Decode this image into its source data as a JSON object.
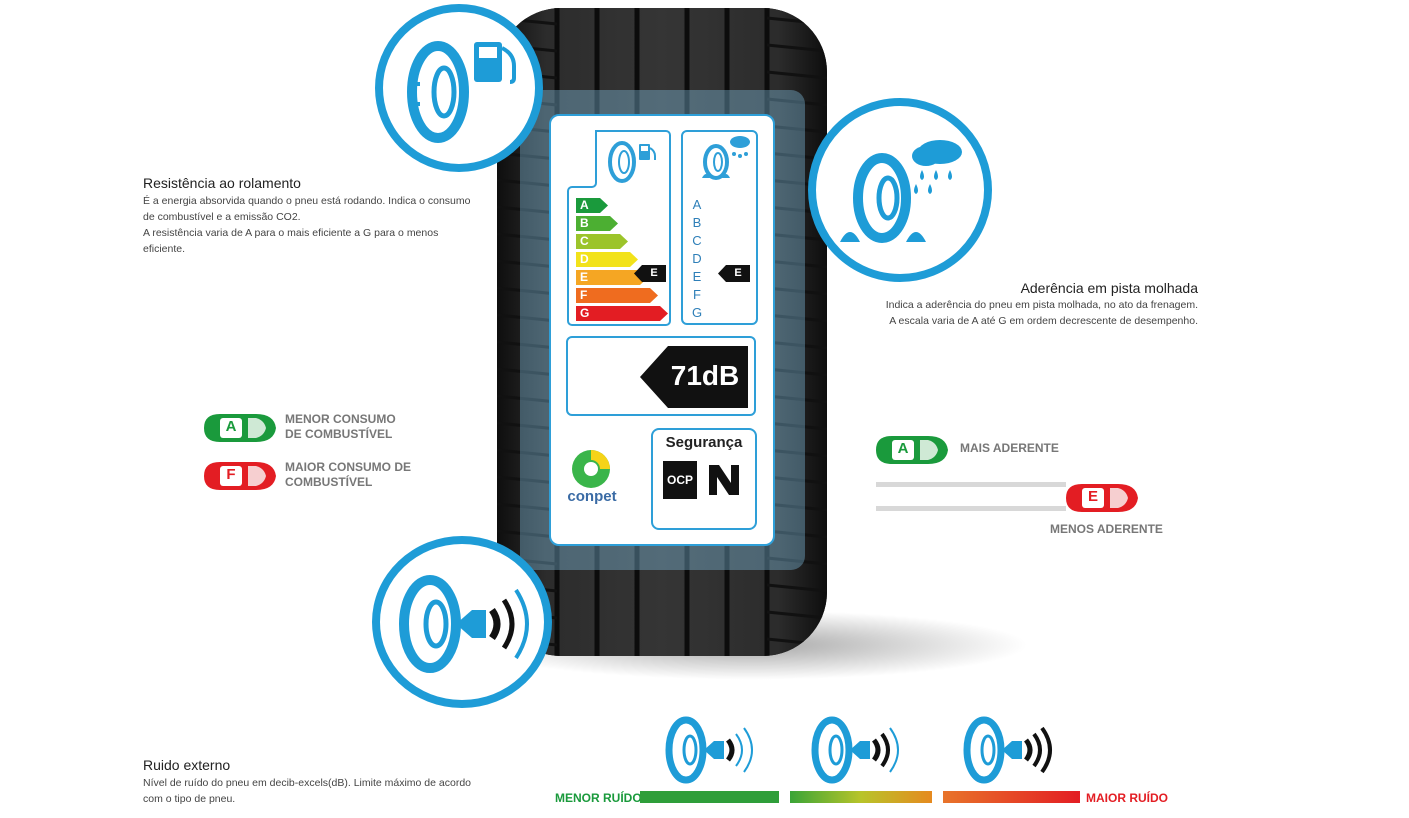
{
  "rolling": {
    "title": "Resistência ao rolamento",
    "line1": "É a energia absorvida quando o pneu está rodando. Indica o consumo",
    "line2": "de combustível e a emissão CO2.",
    "line3": "A resistência varia de A para o mais eficiente a G para o menos",
    "line4": "eficiente."
  },
  "wet": {
    "title": "Aderência em pista molhada",
    "line1": "Indica a aderência do pneu em pista molhada, no ato da frenagem.",
    "line2": "A escala varia de A até G em ordem decrescente de desempenho."
  },
  "noise": {
    "title": "Ruido externo",
    "line1": "Nível de ruído do pneu em decib-excels(dB). Limite máximo de acordo",
    "line2": "com o tipo de pneu.",
    "low_label": "MENOR RUÍDO",
    "high_label": "MAIOR RUÍDO"
  },
  "label": {
    "grades": [
      "A",
      "B",
      "C",
      "D",
      "E",
      "F",
      "G"
    ],
    "grade_colors": [
      "#1a9a3c",
      "#4caf32",
      "#9cc42a",
      "#f2e21a",
      "#f5a623",
      "#ef6c1f",
      "#e31d23"
    ],
    "fuel_class": "E",
    "wet_class": "E",
    "noise_value": "71dB",
    "seguranca": "Segurança",
    "ocp": "OCP",
    "conpet": "conpet"
  },
  "fuel_legend": {
    "a_letter": "A",
    "a_line1": "MENOR CONSUMO",
    "a_line2": "DE COMBUSTÍVEL",
    "f_letter": "F",
    "f_line1": "MAIOR CONSUMO DE",
    "f_line2": "COMBUSTÍVEL"
  },
  "grip_legend": {
    "a_letter": "A",
    "a_text": "MAIS ADERENTE",
    "e_letter": "E",
    "e_text": "MENOS ADERENTE"
  },
  "colors": {
    "accent": "#1e9cd7",
    "green": "#1a9a3c",
    "red": "#e31d23"
  }
}
